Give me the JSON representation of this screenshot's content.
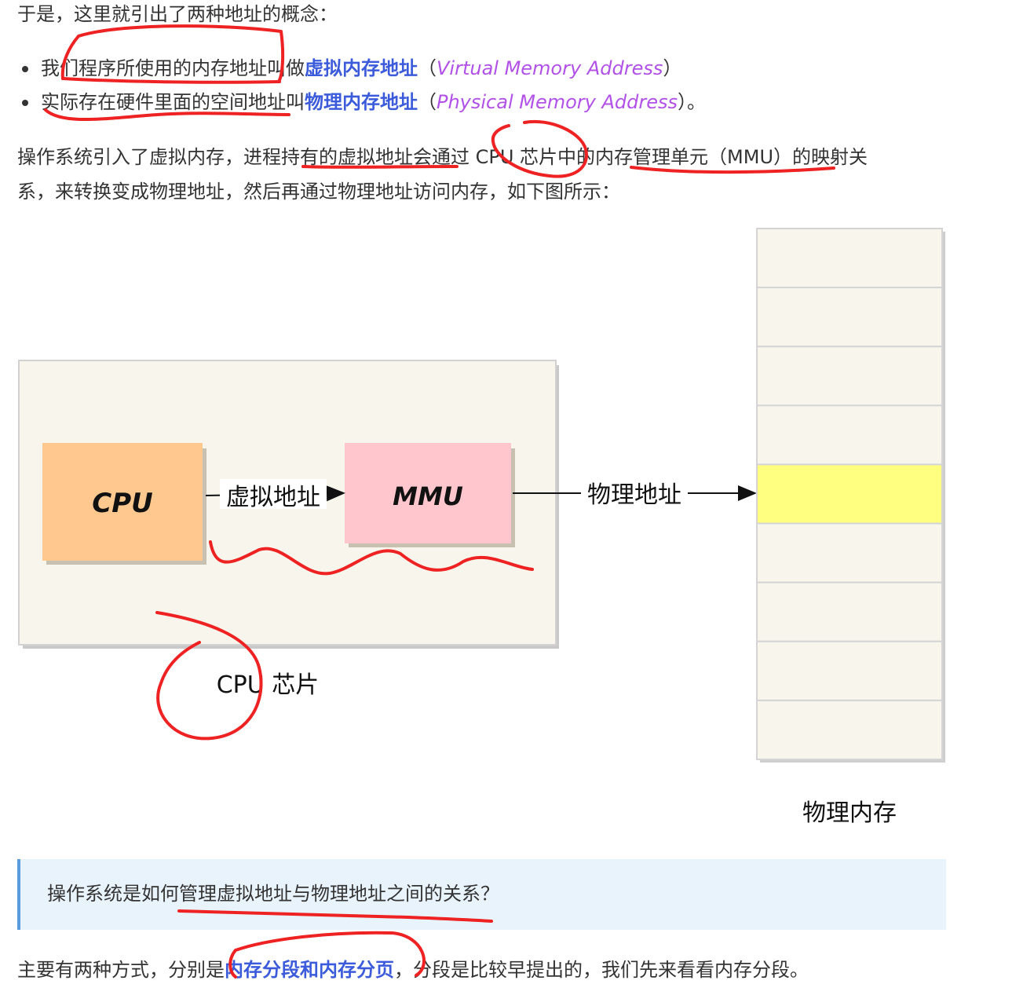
{
  "intro": "于是，这里就引出了两种地址的概念：",
  "bullets": [
    {
      "pre": "我们程序所使用的内存地址叫做",
      "bold": "虚拟内存地址",
      "open": "（",
      "en": "Virtual Memory Address",
      "close": "）"
    },
    {
      "pre": "实际存在硬件里面的空间地址叫",
      "bold": "物理内存地址",
      "open": "（",
      "en": "Physical Memory Address",
      "close": "）。"
    }
  ],
  "para_line1": "操作系统引入了虚拟内存，进程持有的虚拟地址会通过 CPU 芯片中的内存管理单元（MMU）的映射关",
  "para_line2": "系，来转换变成物理地址，然后再通过物理地址访问内存，如下图所示：",
  "diagram": {
    "cpu_label": "CPU",
    "mmu_label": "MMU",
    "virtual_address_label": "虚拟地址",
    "physical_address_label": "物理地址",
    "chip_caption": "CPU 芯片",
    "memory_caption": "物理内存",
    "memory_cell_count": 9,
    "highlighted_cell_index": 4,
    "colors": {
      "chip_fill": "#f8f6ec",
      "cpu_fill": "#fec88e",
      "mmu_fill": "#ffc7cd",
      "memory_cell_fill": "#f8f6ec",
      "highlight_fill": "#ffff80"
    }
  },
  "quote": "操作系统是如何管理虚拟地址与物理地址之间的关系？",
  "closing": {
    "pre": "主要有两种方式，分别是",
    "bold": "内存分段和内存分页",
    "post": "，分段是比较早提出的，我们先来看看内存分段。"
  },
  "colors": {
    "link": "#3b5bdb",
    "english": "#b151e8",
    "text": "#333333",
    "annotation": "#ee2222",
    "quote_bg": "#e9f3fc",
    "quote_border": "#5a9ce0"
  }
}
